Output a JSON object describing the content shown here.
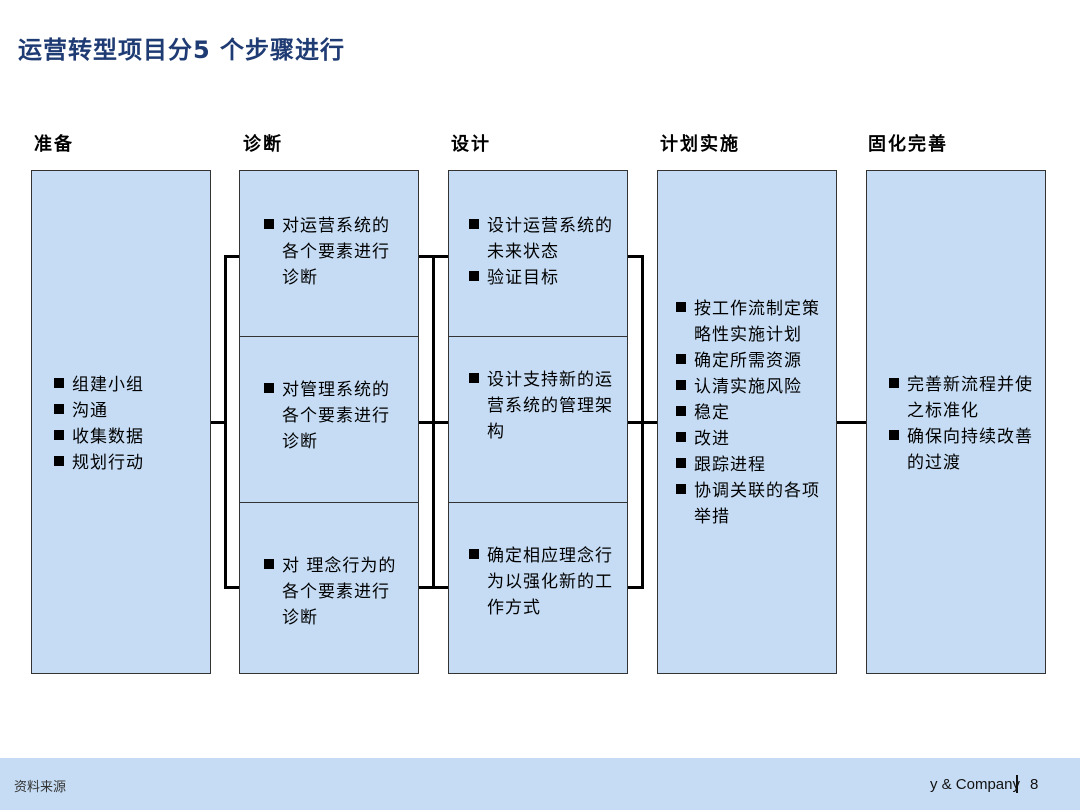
{
  "title": "运营转型项目分5 个步骤进行",
  "columns": [
    {
      "head": "准备",
      "items": [
        "组建小组",
        "沟通",
        "收集数据",
        "规划行动"
      ]
    },
    {
      "head": "诊断",
      "boxes": [
        [
          "对运营系统的各个要素进行诊断"
        ],
        [
          "对管理系统的各个要素进行诊断"
        ],
        [
          "对 理念行为的各个要素进行诊断"
        ]
      ]
    },
    {
      "head": "设计",
      "boxes": [
        [
          "设计运营系统的未来状态",
          "验证目标"
        ],
        [
          "设计支持新的运营系统的管理架构"
        ],
        [
          "确定相应理念行为以强化新的工作方式"
        ]
      ]
    },
    {
      "head": "计划实施",
      "items": [
        "按工作流制定策略性实施计划",
        "确定所需资源",
        "认清实施风险",
        "稳定",
        "改进",
        "跟踪进程",
        "协调关联的各项举措"
      ]
    },
    {
      "head": "固化完善",
      "items": [
        "完善新流程并使之标准化",
        "确保向持续改善的过渡"
      ]
    }
  ],
  "footer": {
    "source": "资料来源",
    "company": "y & Company",
    "page": "8"
  }
}
